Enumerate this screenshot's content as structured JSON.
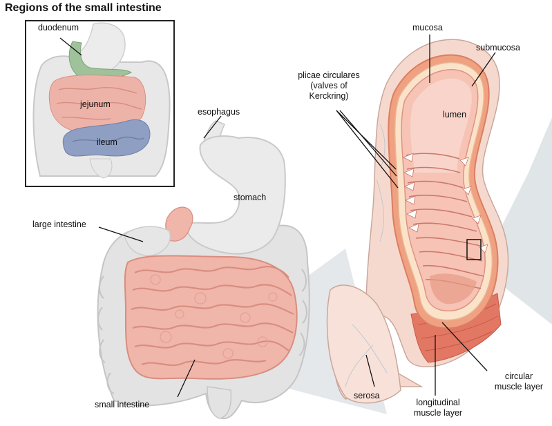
{
  "title": "Regions of the small intestine",
  "inset": {
    "labels": {
      "duodenum": "duodenum",
      "jejunum": "jejunum",
      "ileum": "ileum"
    },
    "colors": {
      "duodenum": "#9fc29a",
      "jejunum": "#eeb3a8",
      "ileum": "#8f9fc4"
    }
  },
  "labels": {
    "esophagus": "esophagus",
    "stomach": "stomach",
    "large_intestine": "large intestine",
    "small_intestine": "small intestine",
    "mucosa": "mucosa",
    "submucosa": "submucosa",
    "plicae_line1": "plicae circulares",
    "plicae_line2": "(valves of",
    "plicae_line3": "Kerckring)",
    "lumen": "lumen",
    "serosa": "serosa",
    "longitudinal_line1": "longitudinal",
    "longitudinal_line2": "muscle layer",
    "circular_line1": "circular",
    "circular_line2": "muscle layer"
  },
  "colors": {
    "organ_gray": "#e4e4e4",
    "organ_gray_dark": "#c9c9c9",
    "intestine_pink": "#efb6a9",
    "intestine_pink_dark": "#d98d80",
    "mucosa_pink": "#f4b9aa",
    "lumen_pink": "#f8d3c8",
    "muscle_red": "#e27763",
    "zoom_cone": "#d3d9dc"
  }
}
